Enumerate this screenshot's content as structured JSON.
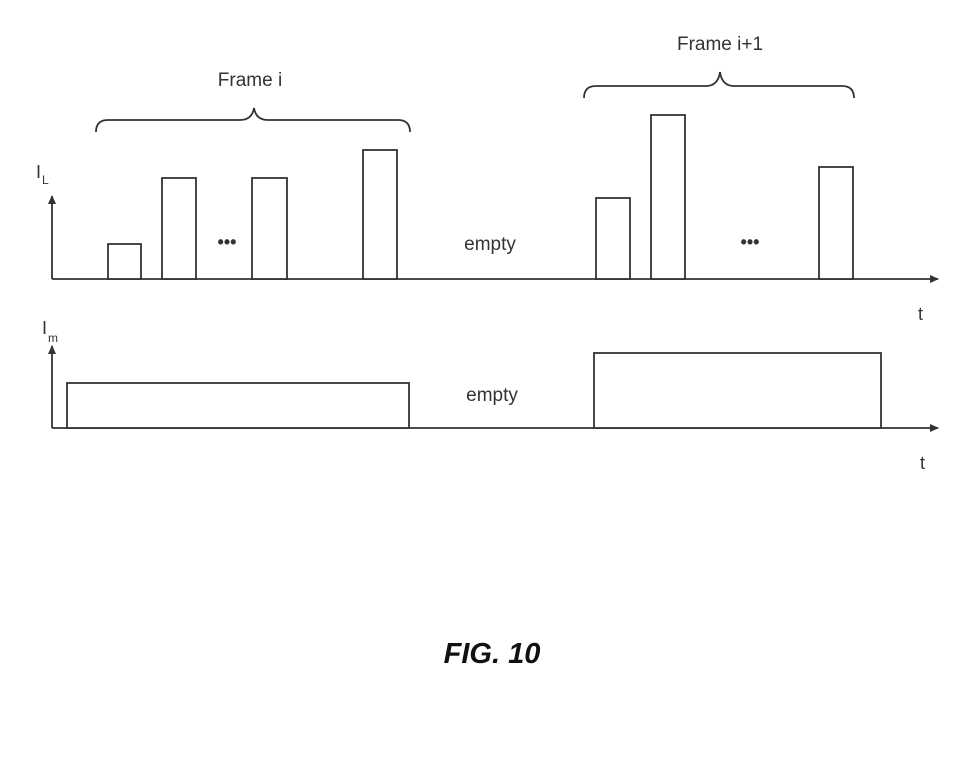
{
  "top_panel": {
    "frame_i_label": "Frame i",
    "frame_i1_label": "Frame i+1",
    "y_axis_label": "I",
    "y_axis_subscript": "L",
    "x_axis_label": "t",
    "ellipsis_left": "•••",
    "ellipsis_right": "•••",
    "gap_label": "empty"
  },
  "bottom_panel": {
    "y_axis_label": "I",
    "y_axis_subscript": "m",
    "x_axis_label": "t",
    "gap_label": "empty"
  },
  "figure_caption": "FIG. 10"
}
